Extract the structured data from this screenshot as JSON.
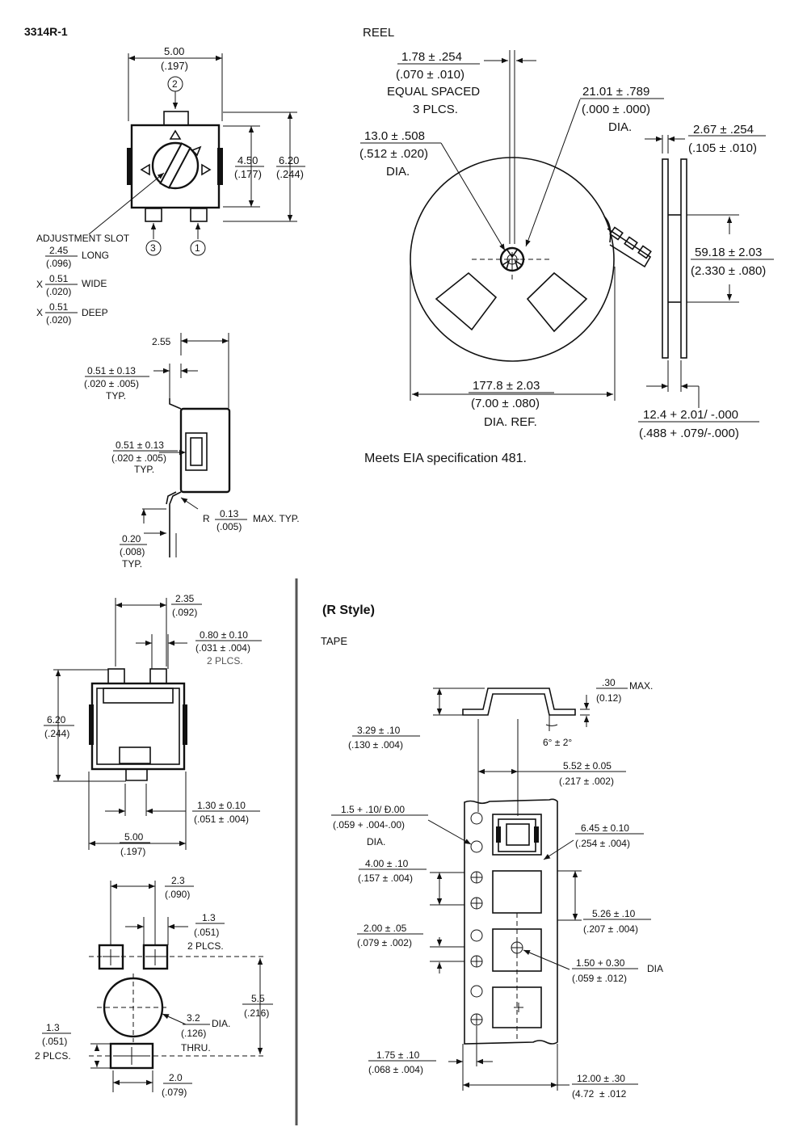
{
  "header": {
    "model": "3314R-1",
    "style_label": "(R Style)"
  },
  "top_view": {
    "width_mm": "5.00",
    "width_in": "(.197)",
    "inner_h_mm": "4.50",
    "inner_h_in": "(.177)",
    "height_mm": "6.20",
    "height_in": "(.244)",
    "pin1": "1",
    "pin2": "2",
    "pin3": "3",
    "slot_title": "ADJUSTMENT SLOT",
    "slot_len_mm": "2.45",
    "slot_len_in": "(.096)",
    "slot_len_word": "LONG",
    "slot_w_prefix": "X",
    "slot_w_mm": "0.51",
    "slot_w_in": "(.020)",
    "slot_w_word": "WIDE",
    "slot_d_prefix": "X",
    "slot_d_mm": "0.51",
    "slot_d_in": "(.020)",
    "slot_d_word": "DEEP"
  },
  "side_view": {
    "overall": "2.55",
    "lead_mm": "0.51 ± 0.13",
    "lead_in": "(.020 ± .005)",
    "lead_typ": "TYP.",
    "lead2_mm": "0.51 ± 0.13",
    "lead2_in": "(.020 ± .005)",
    "lead2_typ": "TYP.",
    "r_prefix": "R",
    "r_mm": "0.13",
    "r_in": "(.005)",
    "r_suffix": "MAX. TYP.",
    "thk_mm": "0.20",
    "thk_in": "(.008)",
    "thk_typ": "TYP."
  },
  "reel": {
    "title": "REEL",
    "slot_mm": "1.78 ± .254",
    "slot_in": "(.070 ± .010)",
    "slot_eq": "EQUAL SPACED",
    "slot_plcs": "3 PLCS.",
    "hub_mm": "21.01 ± .789",
    "hub_in": "(.000 ± .000)",
    "hub_dia": "DIA.",
    "arbor_mm": "13.0 ± .508",
    "arbor_in": "(.512 ± .020)",
    "arbor_dia": "DIA.",
    "flange_mm": "2.67 ± .254",
    "flange_in": "(.105 ± .010)",
    "hubw_mm": "59.18 ± 2.03",
    "hubw_in": "(2.330 ± .080)",
    "dia_mm": "177.8 ± 2.03",
    "dia_in": "(7.00 ± .080)",
    "dia_ref": "DIA. REF.",
    "width_mm": "12.4 + 2.01/ -.000",
    "width_in": "(.488 + .079/-.000)",
    "spec": "Meets EIA specification 481."
  },
  "bottom_view": {
    "term_mm": "2.35",
    "term_in": "(.092)",
    "termw_mm": "0.80 ± 0.10",
    "termw_in": "(.031 ± .004)",
    "termw_plcs": "2 PLCS.",
    "h_mm": "6.20",
    "h_in": "(.244)",
    "pad_mm": "1.30 ± 0.10",
    "pad_in": "(.051 ± .004)",
    "w_mm": "5.00",
    "w_in": "(.197)"
  },
  "pcb": {
    "sp_mm": "2.3",
    "sp_in": "(.090)",
    "pad_mm": "1.3",
    "pad_in": "(.051)",
    "pad_plcs": "2 PLCS.",
    "h_mm": "5.5",
    "h_in": "(.216)",
    "hole_mm": "3.2",
    "hole_dia": "DIA.",
    "hole_in": "(.126)",
    "hole_thru": "THRU.",
    "lpad_mm": "1.3",
    "lpad_in": "(.051)",
    "lpad_plcs": "2 PLCS.",
    "bpad_mm": "2.0",
    "bpad_in": "(.079)"
  },
  "tape": {
    "title": "TAPE",
    "cover_mm": ".30",
    "cover_max": "MAX.",
    "cover_in": "(0.12)",
    "depth_mm": "3.29 ± .10",
    "depth_in": "(.130 ± .004)",
    "angle": "6° ± 2°",
    "pitch_mm": "5.52 ± 0.05",
    "pitch_in": "(.217 ± .002)",
    "sprocket_mm": "1.5 + .10/ Đ.00",
    "sprocket_in": "(.059 + .004-.00)",
    "sprocket_dia": "DIA.",
    "pocketw_mm": "6.45 ± 0.10",
    "pocketw_in": "(.254 ± .004)",
    "spitch_mm": "4.00 ± .10",
    "spitch_in": "(.157 ± .004)",
    "pocketp_mm": "5.26 ± .10",
    "pocketp_in": "(.207 ± .004)",
    "offset_mm": "2.00 ± .05",
    "offset_in": "(.079 ± .002)",
    "hole_mm": "1.50 + 0.30",
    "hole_dia": "DIA",
    "hole_in": "(.059 ± .012)",
    "edge_mm": "1.75 ± .10",
    "edge_in": "(.068 ± .004)",
    "width_mm": "12.00 ± .30",
    "width_in": "(4.72  ± .012"
  }
}
